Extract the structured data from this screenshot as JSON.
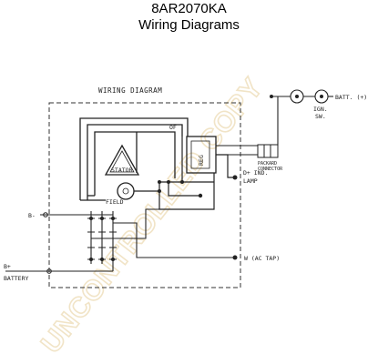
{
  "header": {
    "title": "8AR2070KA",
    "subtitle": "Wiring Diagrams"
  },
  "diagram": {
    "heading": "WIRING DIAGRAM",
    "labels": {
      "of": "OF",
      "reg": "REG",
      "stator": "STATOR",
      "field": "FIELD",
      "packard_line1": "PACKARD",
      "packard_line2": "CONNECTOR",
      "batt": "BATT. (+)",
      "ign_line1": "IGN.",
      "ign_line2": "SW.",
      "d_plus_line1": "D+ IND.",
      "d_plus_line2": "LAMP",
      "b_minus": "B-",
      "w_ac_tap": "W (AC TAP)",
      "b_plus": "B+",
      "battery": "BATTERY"
    },
    "watermark": "UNCONTROLLED COPY"
  }
}
